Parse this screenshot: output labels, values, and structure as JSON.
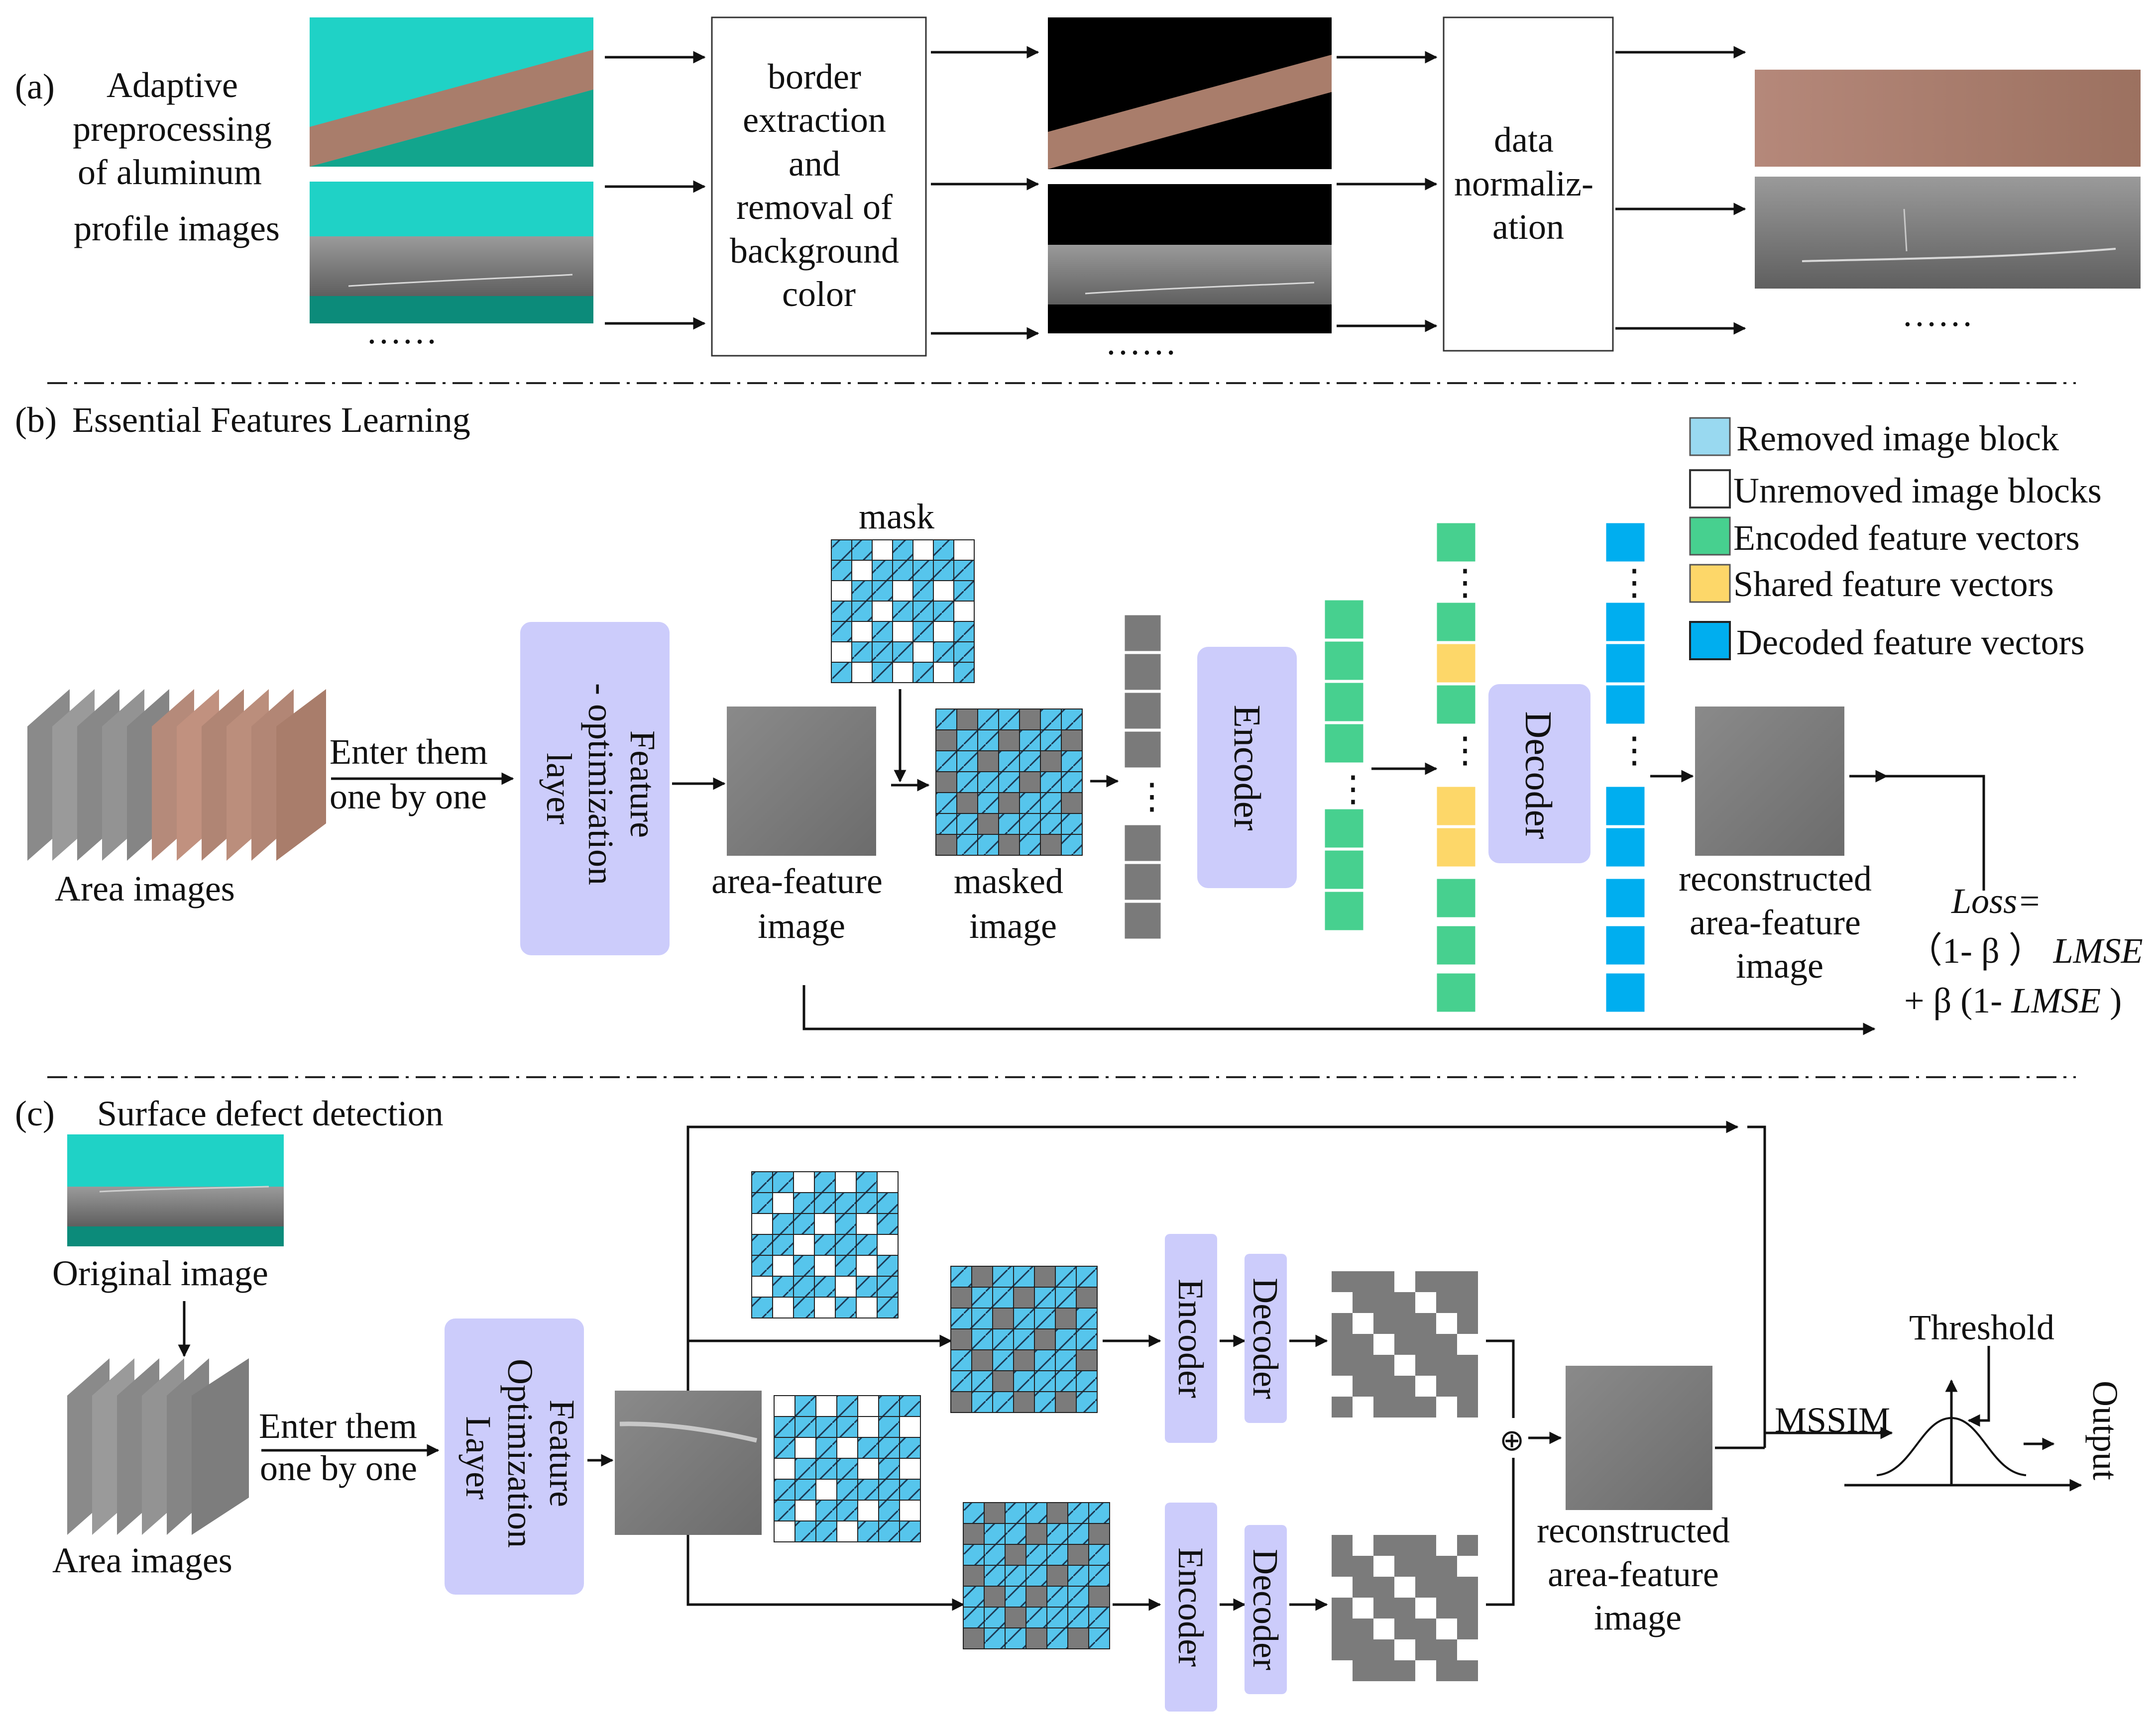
{
  "panels": {
    "a": {
      "label": "(a)",
      "title_lines": [
        "Adaptive",
        "preprocessing",
        "of aluminum",
        "profile images"
      ]
    },
    "b": {
      "label": "(b)",
      "title": "Essential Features Learning"
    },
    "c": {
      "label": "(c)",
      "title": "Surface defect detection"
    }
  },
  "ellipsis": "……",
  "vdots": "⋮",
  "step_a1_lines": [
    "border",
    "extraction",
    "and",
    "removal of",
    "background",
    "color"
  ],
  "step_a2_lines": [
    "data",
    "normaliz-",
    "ation"
  ],
  "legend": [
    {
      "label": "Removed image block",
      "color": "#99d9f0"
    },
    {
      "label": "Unremoved image blocks",
      "color": "#ffffff"
    },
    {
      "label": "Encoded feature vectors",
      "color": "#47d08f"
    },
    {
      "label": "Shared feature vectors",
      "color": "#fdd769"
    },
    {
      "label": "Decoded feature vectors",
      "color": "#00aeef"
    }
  ],
  "b": {
    "area_images": "Area images",
    "enter_lines": [
      "Enter them",
      "one by one"
    ],
    "feature_layer_lines": [
      "Feature",
      "- optimization",
      "layer"
    ],
    "area_feature_lines": [
      "area-feature",
      "image"
    ],
    "mask": "mask",
    "masked_lines": [
      "masked",
      "image"
    ],
    "encoder": "Encoder",
    "decoder": "Decoder",
    "reconstructed_lines": [
      "reconstructed",
      "area-feature",
      "image"
    ],
    "loss": {
      "line1": "Loss=",
      "line2_prefix": "（1- β ）",
      "line2_term": "LMSE",
      "line3_prefix": "+ β (1-",
      "line3_term": "LMSE",
      "line3_suffix": ")"
    }
  },
  "c": {
    "original": "Original image",
    "area_images": "Area images",
    "enter_lines": [
      "Enter them",
      "one by one"
    ],
    "feature_layer_lines": [
      "Feature",
      "Optimization",
      "Layer"
    ],
    "encoder": "Encoder",
    "decoder": "Decoder",
    "reconstructed_lines": [
      "reconstructed",
      "area-feature",
      "image"
    ],
    "mssim": "MSSIM",
    "threshold": "Threshold",
    "output": "Output",
    "plus": "⊕"
  },
  "colors": {
    "teal": "#1fd2c6",
    "dark_teal": "#0c8b7a",
    "copper": "#a97d6b",
    "gray_steel": "#7a7a7a",
    "gray_block": "#777777",
    "purple": "#ccccfb",
    "blue_block": "#56c5ec"
  }
}
